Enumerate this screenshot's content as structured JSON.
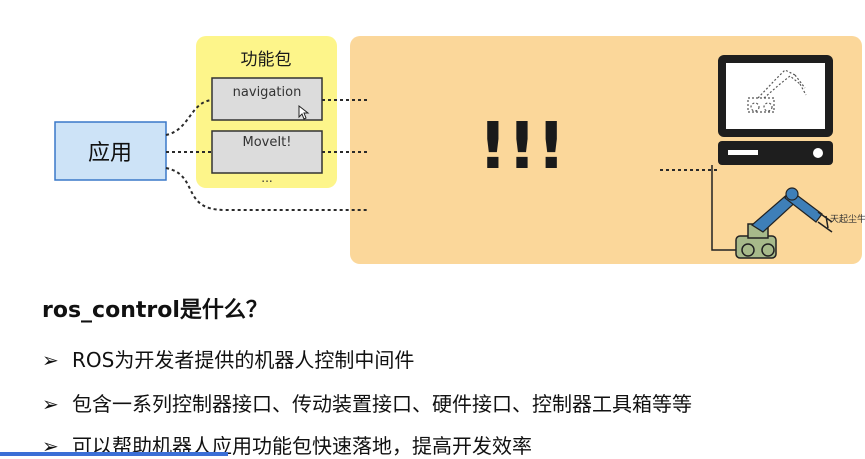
{
  "diagram": {
    "app_box": {
      "label": "应用"
    },
    "package_group": {
      "title": "功能包",
      "items": [
        "navigation",
        "MoveIt!",
        "..."
      ]
    },
    "middleware_box": {
      "label": "!!!"
    },
    "watermark": "天起尘牛",
    "colors": {
      "app_fill": "#cde3f7",
      "app_border": "#3a78c8",
      "package_group_fill": "#fdf58a",
      "package_item_fill": "#dcdcdc",
      "middleware_fill": "#fbd79a",
      "computer_dark": "#1e1e1e",
      "robot_blue": "#3e7fb8",
      "robot_base": "#a7b98a"
    }
  },
  "text": {
    "heading": "ros_control是什么？",
    "bullets": [
      "ROS为开发者提供的机器人控制中间件",
      "包含一系列控制器接口、传动装置接口、硬件接口、控制器工具箱等等",
      "可以帮助机器人应用功能包快速落地，提高开发效率"
    ],
    "bullet_marker": "➢"
  }
}
